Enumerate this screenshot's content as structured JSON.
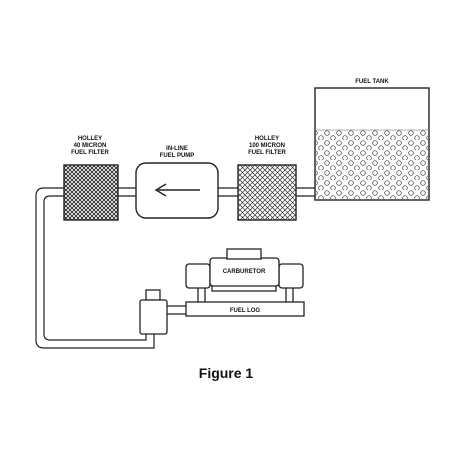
{
  "labels": {
    "filter40": [
      "HOLLEY",
      "40 MICRON",
      "FUEL FILTER"
    ],
    "pump": [
      "IN-LINE",
      "FUEL PUMP"
    ],
    "filter100": [
      "HOLLEY",
      "100 MICRON",
      "FUEL FILTER"
    ],
    "tank": "FUEL TANK",
    "carburetor": "CARBURETOR",
    "fuel_log": "FUEL LOG"
  },
  "caption": "Figure 1"
}
